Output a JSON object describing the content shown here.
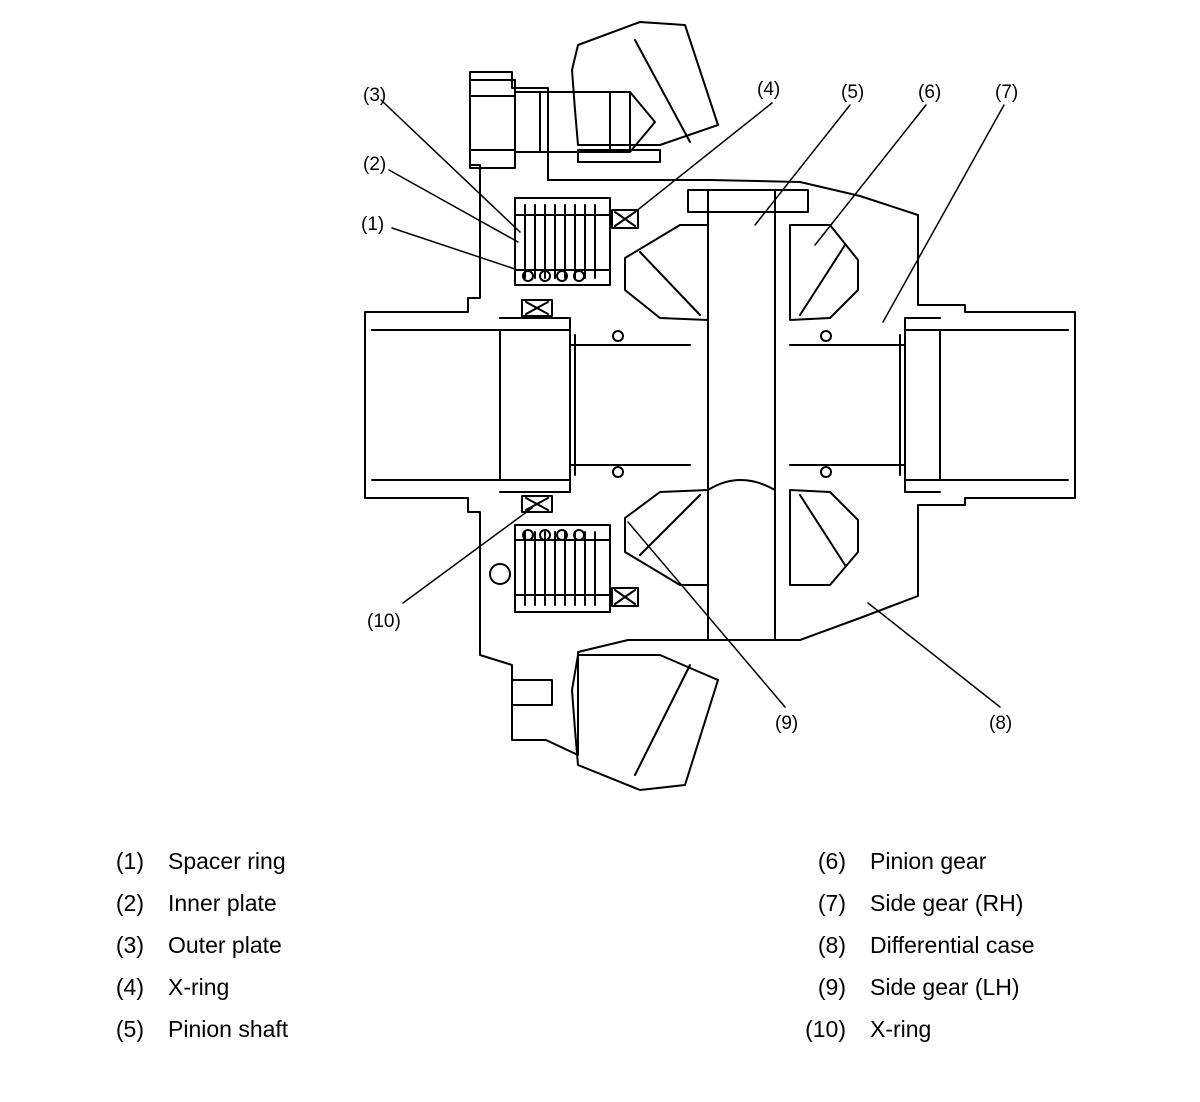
{
  "callouts": [
    {
      "id": "1",
      "label": "(1)",
      "name": "Spacer ring"
    },
    {
      "id": "2",
      "label": "(2)",
      "name": "Inner plate"
    },
    {
      "id": "3",
      "label": "(3)",
      "name": "Outer plate"
    },
    {
      "id": "4",
      "label": "(4)",
      "name": "X-ring"
    },
    {
      "id": "5",
      "label": "(5)",
      "name": "Pinion shaft"
    },
    {
      "id": "6",
      "label": "(6)",
      "name": "Pinion gear"
    },
    {
      "id": "7",
      "label": "(7)",
      "name": "Side gear (RH)"
    },
    {
      "id": "8",
      "label": "(8)",
      "name": "Differential case"
    },
    {
      "id": "9",
      "label": "(9)",
      "name": "Side gear (LH)"
    },
    {
      "id": "10",
      "label": "(10)",
      "name": "X-ring"
    }
  ],
  "legend": {
    "left": [
      {
        "num": "(1)",
        "text": "Spacer ring"
      },
      {
        "num": "(2)",
        "text": "Inner plate"
      },
      {
        "num": "(3)",
        "text": "Outer plate"
      },
      {
        "num": "(4)",
        "text": "X-ring"
      },
      {
        "num": "(5)",
        "text": "Pinion shaft"
      }
    ],
    "right": [
      {
        "num": "(6)",
        "text": "Pinion gear"
      },
      {
        "num": "(7)",
        "text": "Side gear (RH)"
      },
      {
        "num": "(8)",
        "text": "Differential case"
      },
      {
        "num": "(9)",
        "text": "Side gear (LH)"
      },
      {
        "num": "(10)",
        "text": "X-ring"
      }
    ]
  },
  "colors": {
    "line": "#000000",
    "background": "#ffffff"
  }
}
